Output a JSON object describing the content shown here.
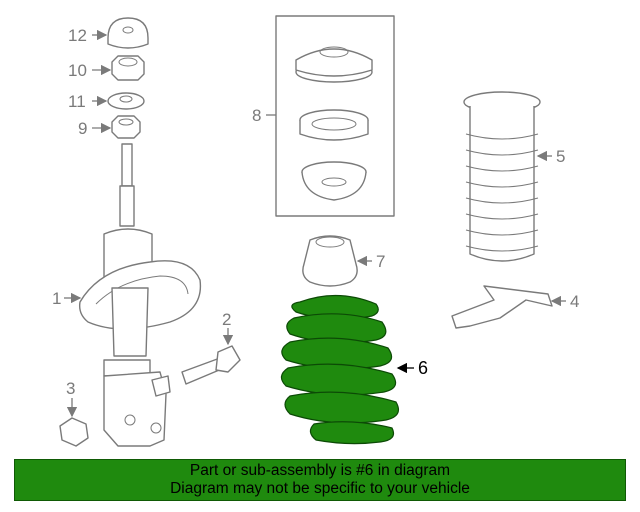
{
  "diagram": {
    "callouts": [
      "1",
      "2",
      "3",
      "4",
      "5",
      "6",
      "7",
      "8",
      "9",
      "10",
      "11",
      "12"
    ],
    "highlight_color": "#1f8a0e"
  },
  "banner": {
    "line1": "Part or sub-assembly is #6 in diagram",
    "line2": "Diagram may not be specific to your vehicle",
    "background": "#1f8a0e"
  }
}
